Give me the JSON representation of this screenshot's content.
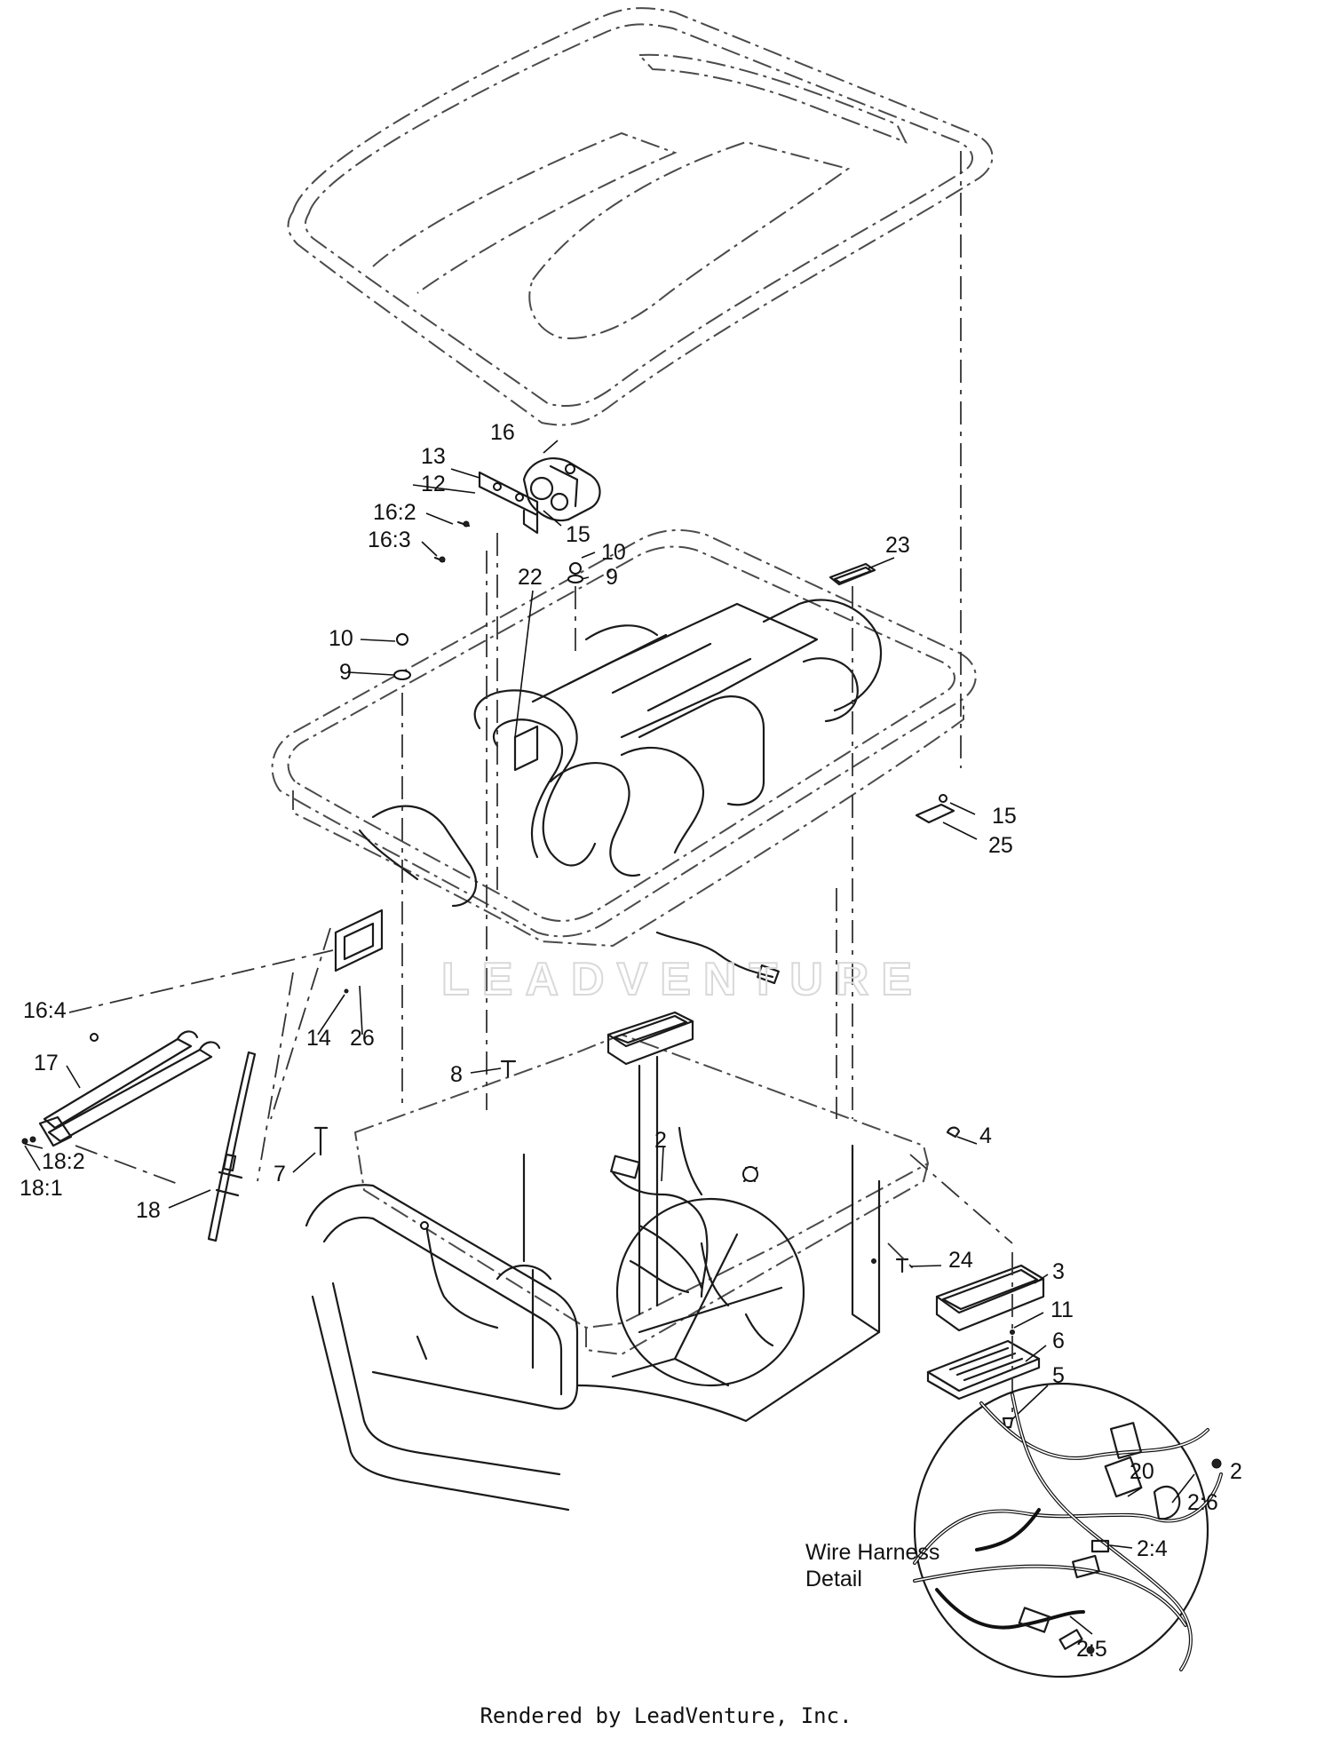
{
  "callouts": {
    "c16": "16",
    "c13": "13",
    "c12": "12",
    "c16_2": "16:2",
    "c16_3": "16:3",
    "c15a": "15",
    "c10a": "10",
    "c9a": "9",
    "c22": "22",
    "c23": "23",
    "c10b": "10",
    "c9b": "9",
    "c15b": "15",
    "c25": "25",
    "c16_4": "16:4",
    "c14": "14",
    "c26": "26",
    "c17": "17",
    "c18_2": "18:2",
    "c18_1": "18:1",
    "c18": "18",
    "c8": "8",
    "c7": "7",
    "c2a": "2",
    "c4": "4",
    "c24": "24",
    "c3": "3",
    "c11": "11",
    "c6": "6",
    "c5": "5",
    "c20": "20",
    "c2b": "2",
    "c2_6": "2:6",
    "c2_4": "2:4",
    "c2_5": "2:5"
  },
  "detail": {
    "title_line1": "Wire Harness",
    "title_line2": "Detail"
  },
  "watermark": "LEADVENTURE",
  "footer": "Rendered by LeadVenture, Inc."
}
